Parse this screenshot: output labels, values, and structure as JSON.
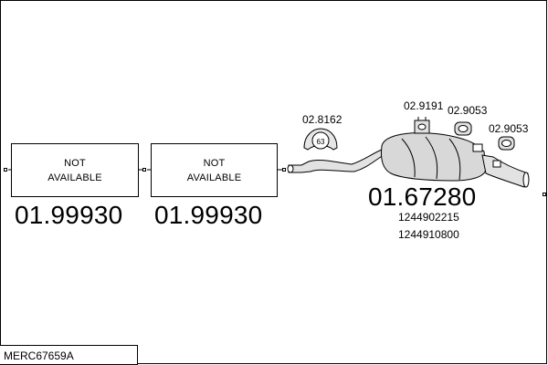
{
  "placeholders": [
    {
      "line1": "NOT",
      "line2": "AVAILABLE",
      "part_number": "01.99930"
    },
    {
      "line1": "NOT",
      "line2": "AVAILABLE",
      "part_number": "01.99930"
    }
  ],
  "muffler": {
    "part_number": "01.67280",
    "oem_refs": [
      "1244902215",
      "1244910800"
    ]
  },
  "accessories": [
    {
      "number": "02.8162",
      "badge": "63"
    },
    {
      "number": "02.9191"
    },
    {
      "number": "02.9053"
    },
    {
      "number": "02.9053"
    }
  ],
  "model_code": "MERC67659A"
}
